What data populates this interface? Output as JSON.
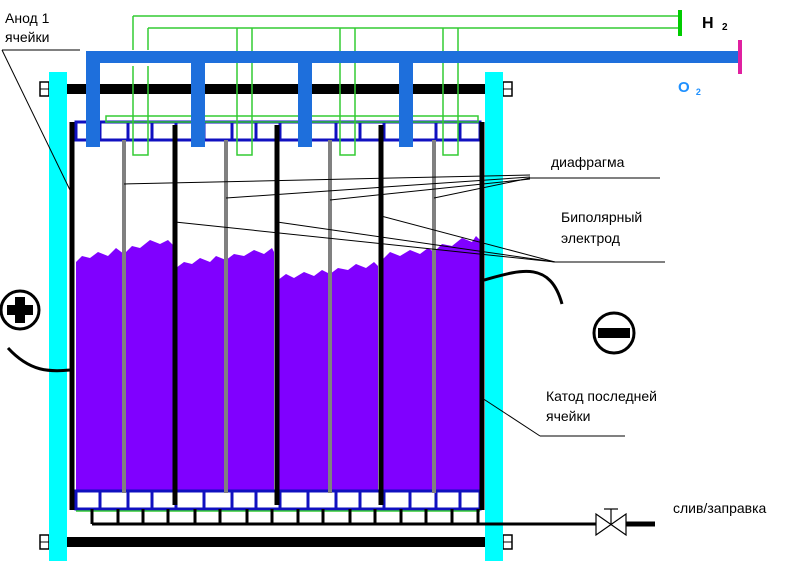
{
  "labels": {
    "anode_line1": "Анод 1",
    "anode_line2": "ячейки",
    "h2": "H",
    "h2_sub": "2",
    "o2": "O",
    "o2_sub": "2",
    "diaphragm": "диафрагма",
    "bipolar_line1": "Биполярный",
    "bipolar_line2": "электрод",
    "cathode_line1": "Катод последней",
    "cathode_line2": "ячейки",
    "drain": "слив/заправка"
  },
  "colors": {
    "frame_plate": "#00ffff",
    "o2_pipe": "#1e6fdc",
    "o2_label": "#1e90ff",
    "o2_end": "#e020a0",
    "h2_pipe": "#33cc33",
    "h2_end": "#00cc00",
    "electrolyte": "#8000ff",
    "diaphragm": "#808080",
    "electrode": "#000000",
    "seal": "#1010c0"
  },
  "icons": {
    "positive": "plus-circle-icon",
    "negative": "minus-circle-icon",
    "valve": "valve-icon"
  }
}
